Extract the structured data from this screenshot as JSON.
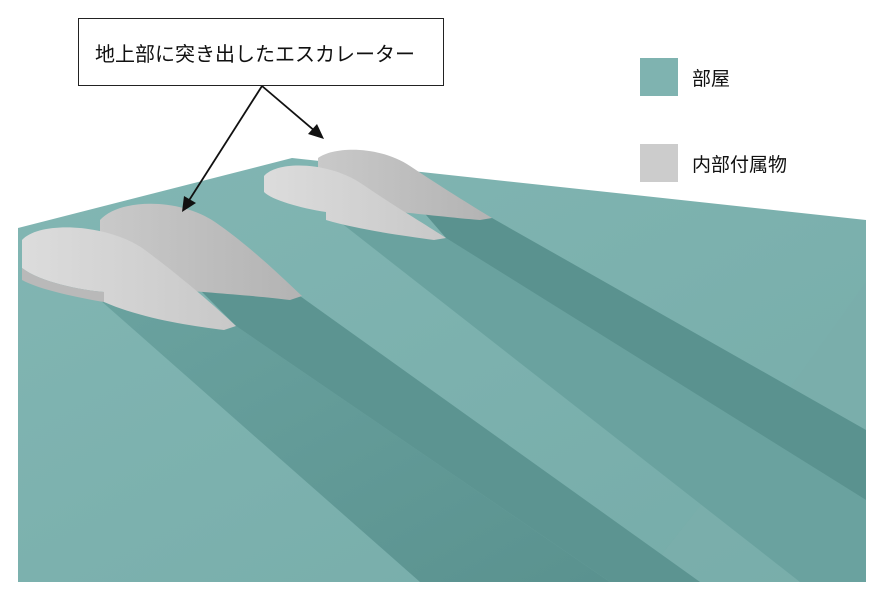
{
  "callout": {
    "text": "地上部に突き出したエスカレーター"
  },
  "legend": {
    "items": [
      {
        "label": "部屋",
        "color": "#7fb3b0"
      },
      {
        "label": "内部付属物",
        "color": "#cccccc"
      }
    ]
  },
  "colors": {
    "room_floor": "#7fb3b0",
    "room_edge": "#6aa19e",
    "escalator_shaft": "#5f9794",
    "escalator_shaft_dark": "#558c89",
    "fixture_light": "#d7d7d7",
    "fixture_mid": "#c6c6c6",
    "fixture_dark": "#aeaeae"
  }
}
